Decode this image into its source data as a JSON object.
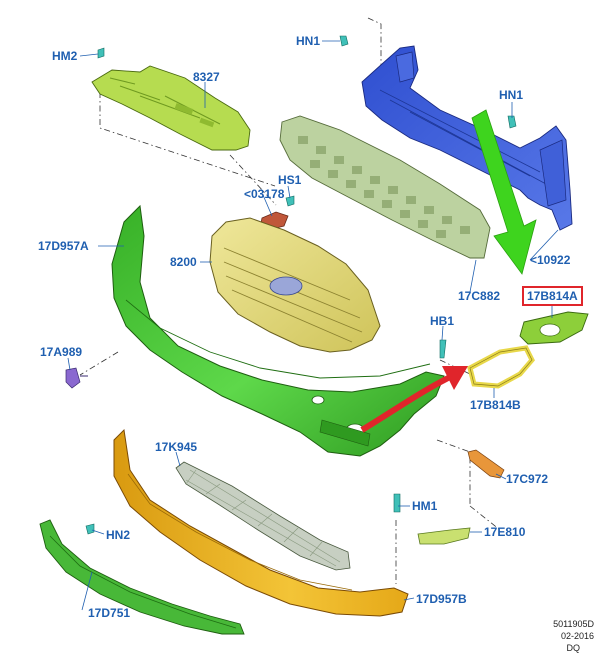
{
  "labels": {
    "hm2": "HM2",
    "p8327": "8327",
    "hn1_top": "HN1",
    "hn1_right": "HN1",
    "hs1": "HS1",
    "p03178": "<03178",
    "p17d957a": "17D957A",
    "p8200": "8200",
    "p10922": "<10922",
    "p17c882": "17C882",
    "p17b814a": "17B814A",
    "hb1": "HB1",
    "p17a989": "17A989",
    "p17b814b": "17B814B",
    "p17k945": "17K945",
    "p17c972": "17C972",
    "hm1": "HM1",
    "hn2": "HN2",
    "p17e810": "17E810",
    "p17d751": "17D751",
    "p17d957b": "17D957B"
  },
  "footer": {
    "code": "5011905D",
    "date": "02-2016",
    "initials": "DQ"
  },
  "colors": {
    "label_blue": "#1f5fb0",
    "highlight_red": "#e0252b",
    "arrow_green": "#3ed41e",
    "arrow_red": "#e0252b",
    "bumper_green": "#4cc83a",
    "reinforcement_blue": "#3b5bd6",
    "grille_yellow": "#e8e080",
    "lower_orange": "#e6a818",
    "deflector_olive": "#b6dc50"
  }
}
